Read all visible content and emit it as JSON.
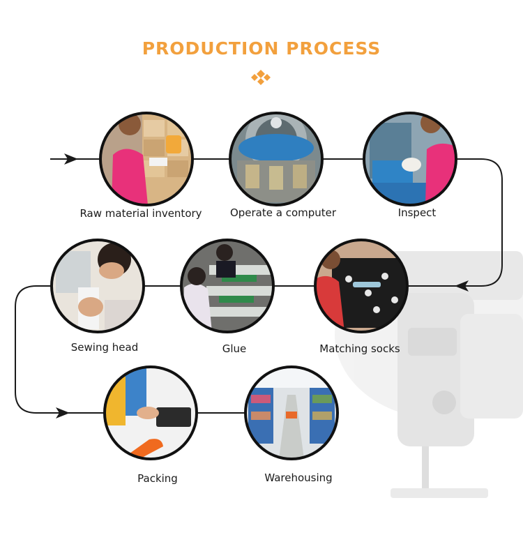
{
  "header": {
    "title": "PRODUCTION PROCESS",
    "ornament_icon": "diamond-cluster-icon",
    "accent_color": "#F2A03D"
  },
  "background": {
    "watermark_icon": "sewing-machine-icon"
  },
  "flow": {
    "line_color": "#1a1a1a",
    "steps": [
      {
        "label": "Raw material inventory",
        "icon": "warehouse-worker-photo"
      },
      {
        "label": "Operate a computer",
        "icon": "knitting-machine-photo"
      },
      {
        "label": "Inspect",
        "icon": "inspector-photo"
      },
      {
        "label": "Matching socks",
        "icon": "matching-socks-photo"
      },
      {
        "label": "Glue",
        "icon": "glue-line-photo"
      },
      {
        "label": "Sewing head",
        "icon": "sewing-head-photo"
      },
      {
        "label": "Packing",
        "icon": "packing-photo"
      },
      {
        "label": "Warehousing",
        "icon": "warehouse-shelves-photo"
      }
    ]
  }
}
